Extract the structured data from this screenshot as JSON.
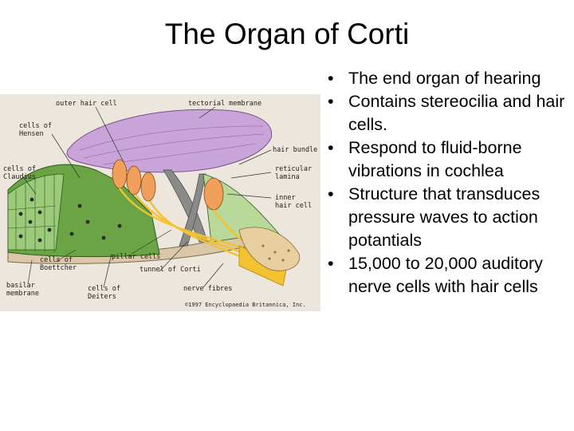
{
  "title": "The Organ of Corti",
  "bullets": [
    "The end organ of hearing",
    "Contains stereocilia and hair cells.",
    "Respond to fluid-borne vibrations in cochlea",
    "Structure that transduces pressure waves to action potantials",
    "15,000 to 20,000 auditory nerve cells with hair cells"
  ],
  "bullet_glyph": "•",
  "figure": {
    "labels": {
      "outer_hair_cell": "outer hair cell",
      "tectorial_membrane": "tectorial membrane",
      "cells_of_hensen_1": "cells of",
      "cells_of_hensen_2": "Hensen",
      "hair_bundle": "hair bundle",
      "cells_of_claudius_1": "cells of",
      "cells_of_claudius_2": "Claudius",
      "reticular_lamina_1": "reticular",
      "reticular_lamina_2": "lamina",
      "inner_hair_cell_1": "inner",
      "inner_hair_cell_2": "hair cell",
      "pillar_cells": "pillar cells",
      "cells_of_boettcher_1": "cells of",
      "cells_of_boettcher_2": "Boettcher",
      "tunnel_of_corti": "tunnel of Corti",
      "basilar_membrane_1": "basilar",
      "basilar_membrane_2": "membrane",
      "cells_of_deiters_1": "cells of",
      "cells_of_deiters_2": "Deiters",
      "nerve_fibres": "nerve fibres",
      "copyright": "©1997 Encyclopaedia Britannica, Inc."
    },
    "colors": {
      "background": "#ece6dd",
      "tectorial": "#c9a4d9",
      "green_dark": "#5f9a3c",
      "green_light": "#b9d99a",
      "hair_cell": "#f0a05a",
      "nerve": "#f2c230",
      "bone": "#e8cfa0"
    }
  }
}
